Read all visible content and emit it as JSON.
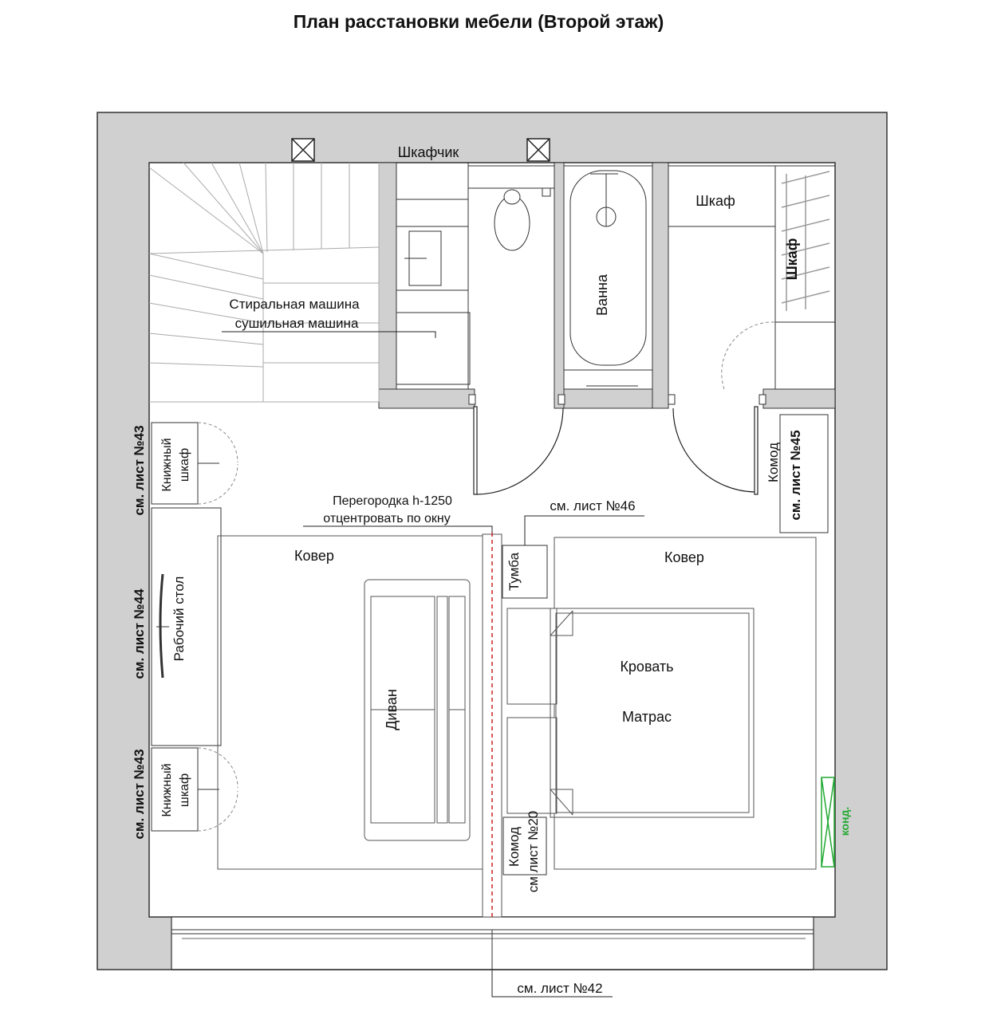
{
  "title": "План расстановки мебели  (Второй этаж)",
  "labels": {
    "cabinet_top": "Шкафчик",
    "washer_1": "Стиральная машина",
    "washer_2": "сушильная машина",
    "bath": "Ванна",
    "wardrobe_1": "Шкаф",
    "wardrobe_2": "Шкаф",
    "bookcase_line1": "Книжный",
    "bookcase_line2": "шкаф",
    "partition_1": "Перегородка h-1250",
    "partition_2": "отцентровать по окну",
    "ref_46": "см. лист №46",
    "ref_45": "см. лист №45",
    "ref_43": "см. лист №43",
    "ref_44": "см. лист №44",
    "ref_42": "см. лист №42",
    "ref_20": "см лист №20",
    "dresser": "Комод",
    "nightstand": "Тумба",
    "carpet": "Ковер",
    "desk": "Рабочий стол",
    "sofa": "Диван",
    "bed": "Кровать",
    "mattress": "Матрас",
    "ac": "конд."
  },
  "colors": {
    "wall": "#d0d0d0",
    "line": "#2a2a2a",
    "light_line": "#999999",
    "partition_dash": "#cc2222",
    "ac": "#22aa33"
  }
}
